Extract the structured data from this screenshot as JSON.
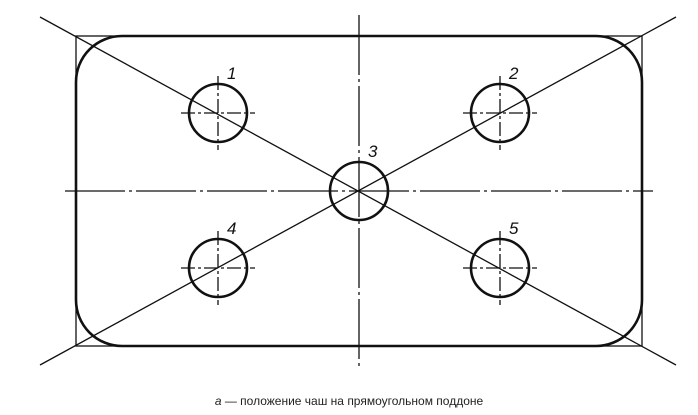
{
  "diagram": {
    "bowls": [
      {
        "label": "1"
      },
      {
        "label": "2"
      },
      {
        "label": "3"
      },
      {
        "label": "4"
      },
      {
        "label": "5"
      }
    ]
  },
  "caption": {
    "letter": "а",
    "text": " — положение чаш на прямоугольном поддоне"
  }
}
